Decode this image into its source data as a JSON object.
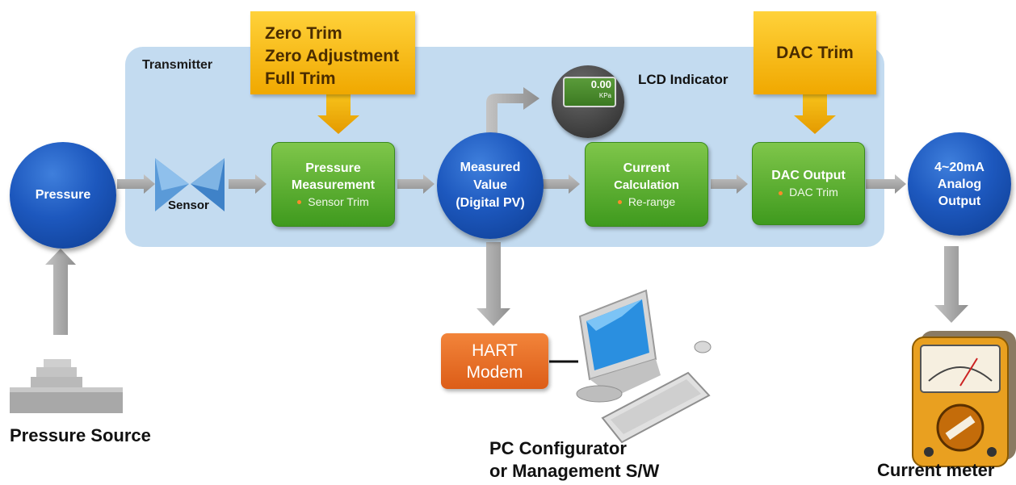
{
  "transmitter_label": "Transmitter",
  "callouts": {
    "left": [
      "Zero Trim",
      "Zero Adjustment",
      "Full Trim"
    ],
    "right": "DAC Trim"
  },
  "lcd": {
    "value": "0.00",
    "unit": "KPa",
    "label": "LCD Indicator"
  },
  "nodes": {
    "pressure": "Pressure",
    "sensor": "Sensor",
    "pressure_measurement": {
      "title": [
        "Pressure",
        "Measurement"
      ],
      "sub": "Sensor Trim"
    },
    "measured_value": [
      "Measured",
      "Value",
      "(Digital PV)"
    ],
    "current_calculation": {
      "title": [
        "Current",
        "Calculation"
      ],
      "sub": "Re-range"
    },
    "dac_output": {
      "title": [
        "DAC Output"
      ],
      "sub": "DAC Trim"
    },
    "analog_output": [
      "4~20mA",
      "Analog",
      "Output"
    ]
  },
  "hart_modem": [
    "HART",
    "Modem"
  ],
  "labels": {
    "pressure_source": "Pressure Source",
    "pc_configurator": [
      "PC Configurator",
      "or Management S/W"
    ],
    "current_meter": "Current meter"
  },
  "colors": {
    "transmitter_bg": "#c3dbf0",
    "callout": "#f6b800",
    "node_blue": "#1d58be",
    "box_green": "#4fa82a",
    "hart_orange": "#e86a22",
    "arrow_gray": "#9e9e9e"
  }
}
